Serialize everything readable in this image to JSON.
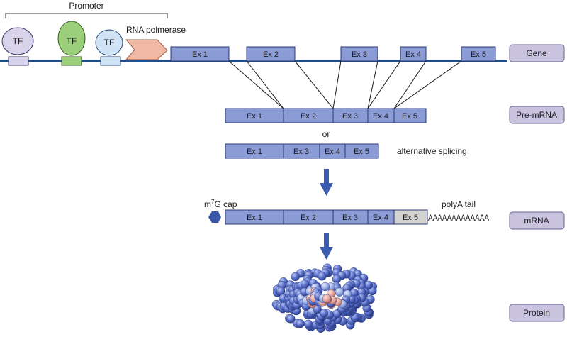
{
  "promoter": {
    "label": "Promoter"
  },
  "tf_label": "TF",
  "rna_polymerase": {
    "label": "RNA polmerase"
  },
  "stages": {
    "gene": "Gene",
    "pre_mrna": "Pre-mRNA",
    "mrna": "mRNA",
    "protein": "Protein"
  },
  "gene_exons": [
    "Ex 1",
    "Ex 2",
    "Ex 3",
    "Ex 4",
    "Ex 5"
  ],
  "premrna_exons": [
    "Ex 1",
    "Ex 2",
    "Ex 3",
    "Ex 4",
    "Ex 5"
  ],
  "or_label": "or",
  "alt_exons": [
    "Ex 1",
    "Ex 3",
    "Ex 4",
    "Ex 5"
  ],
  "alt_label": "alternative splicing",
  "mrna_exons": [
    "Ex 1",
    "Ex 2",
    "Ex 3",
    "Ex 4",
    "Ex 5"
  ],
  "cap": {
    "prefix": "m",
    "sup": "7",
    "suffix": "G cap"
  },
  "polya": {
    "label": "polyA tail",
    "sequence": "AAAAAAAAAAAAA"
  },
  "colors": {
    "exon_fill": "#8b9bd6",
    "exon_stroke": "#2b3a78",
    "dna_line": "#1f4e8c",
    "stage_box": "#c9c3e0",
    "tf1": "#d8d3ea",
    "tf2": "#9ccf7a",
    "tf3": "#cfe3f5",
    "polymerase": "#efb9a4",
    "arrow": "#3a5bb0",
    "cap": "#3a56a8",
    "utr": "#d3d3d3",
    "protein_blue": "#5c72cc",
    "protein_red": "#e8a59a"
  }
}
